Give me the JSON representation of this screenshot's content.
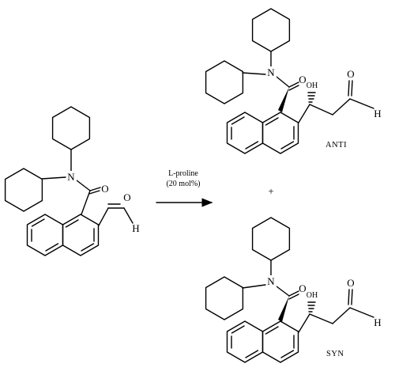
{
  "reagent": {
    "line1": "L-proline",
    "line2": "(20 mol%)"
  },
  "plus": "+",
  "atoms": {
    "N": "N",
    "O": "O",
    "H": "H",
    "OH": "OH"
  },
  "products": {
    "anti_label": "ANTI",
    "syn_label": "SYN"
  }
}
